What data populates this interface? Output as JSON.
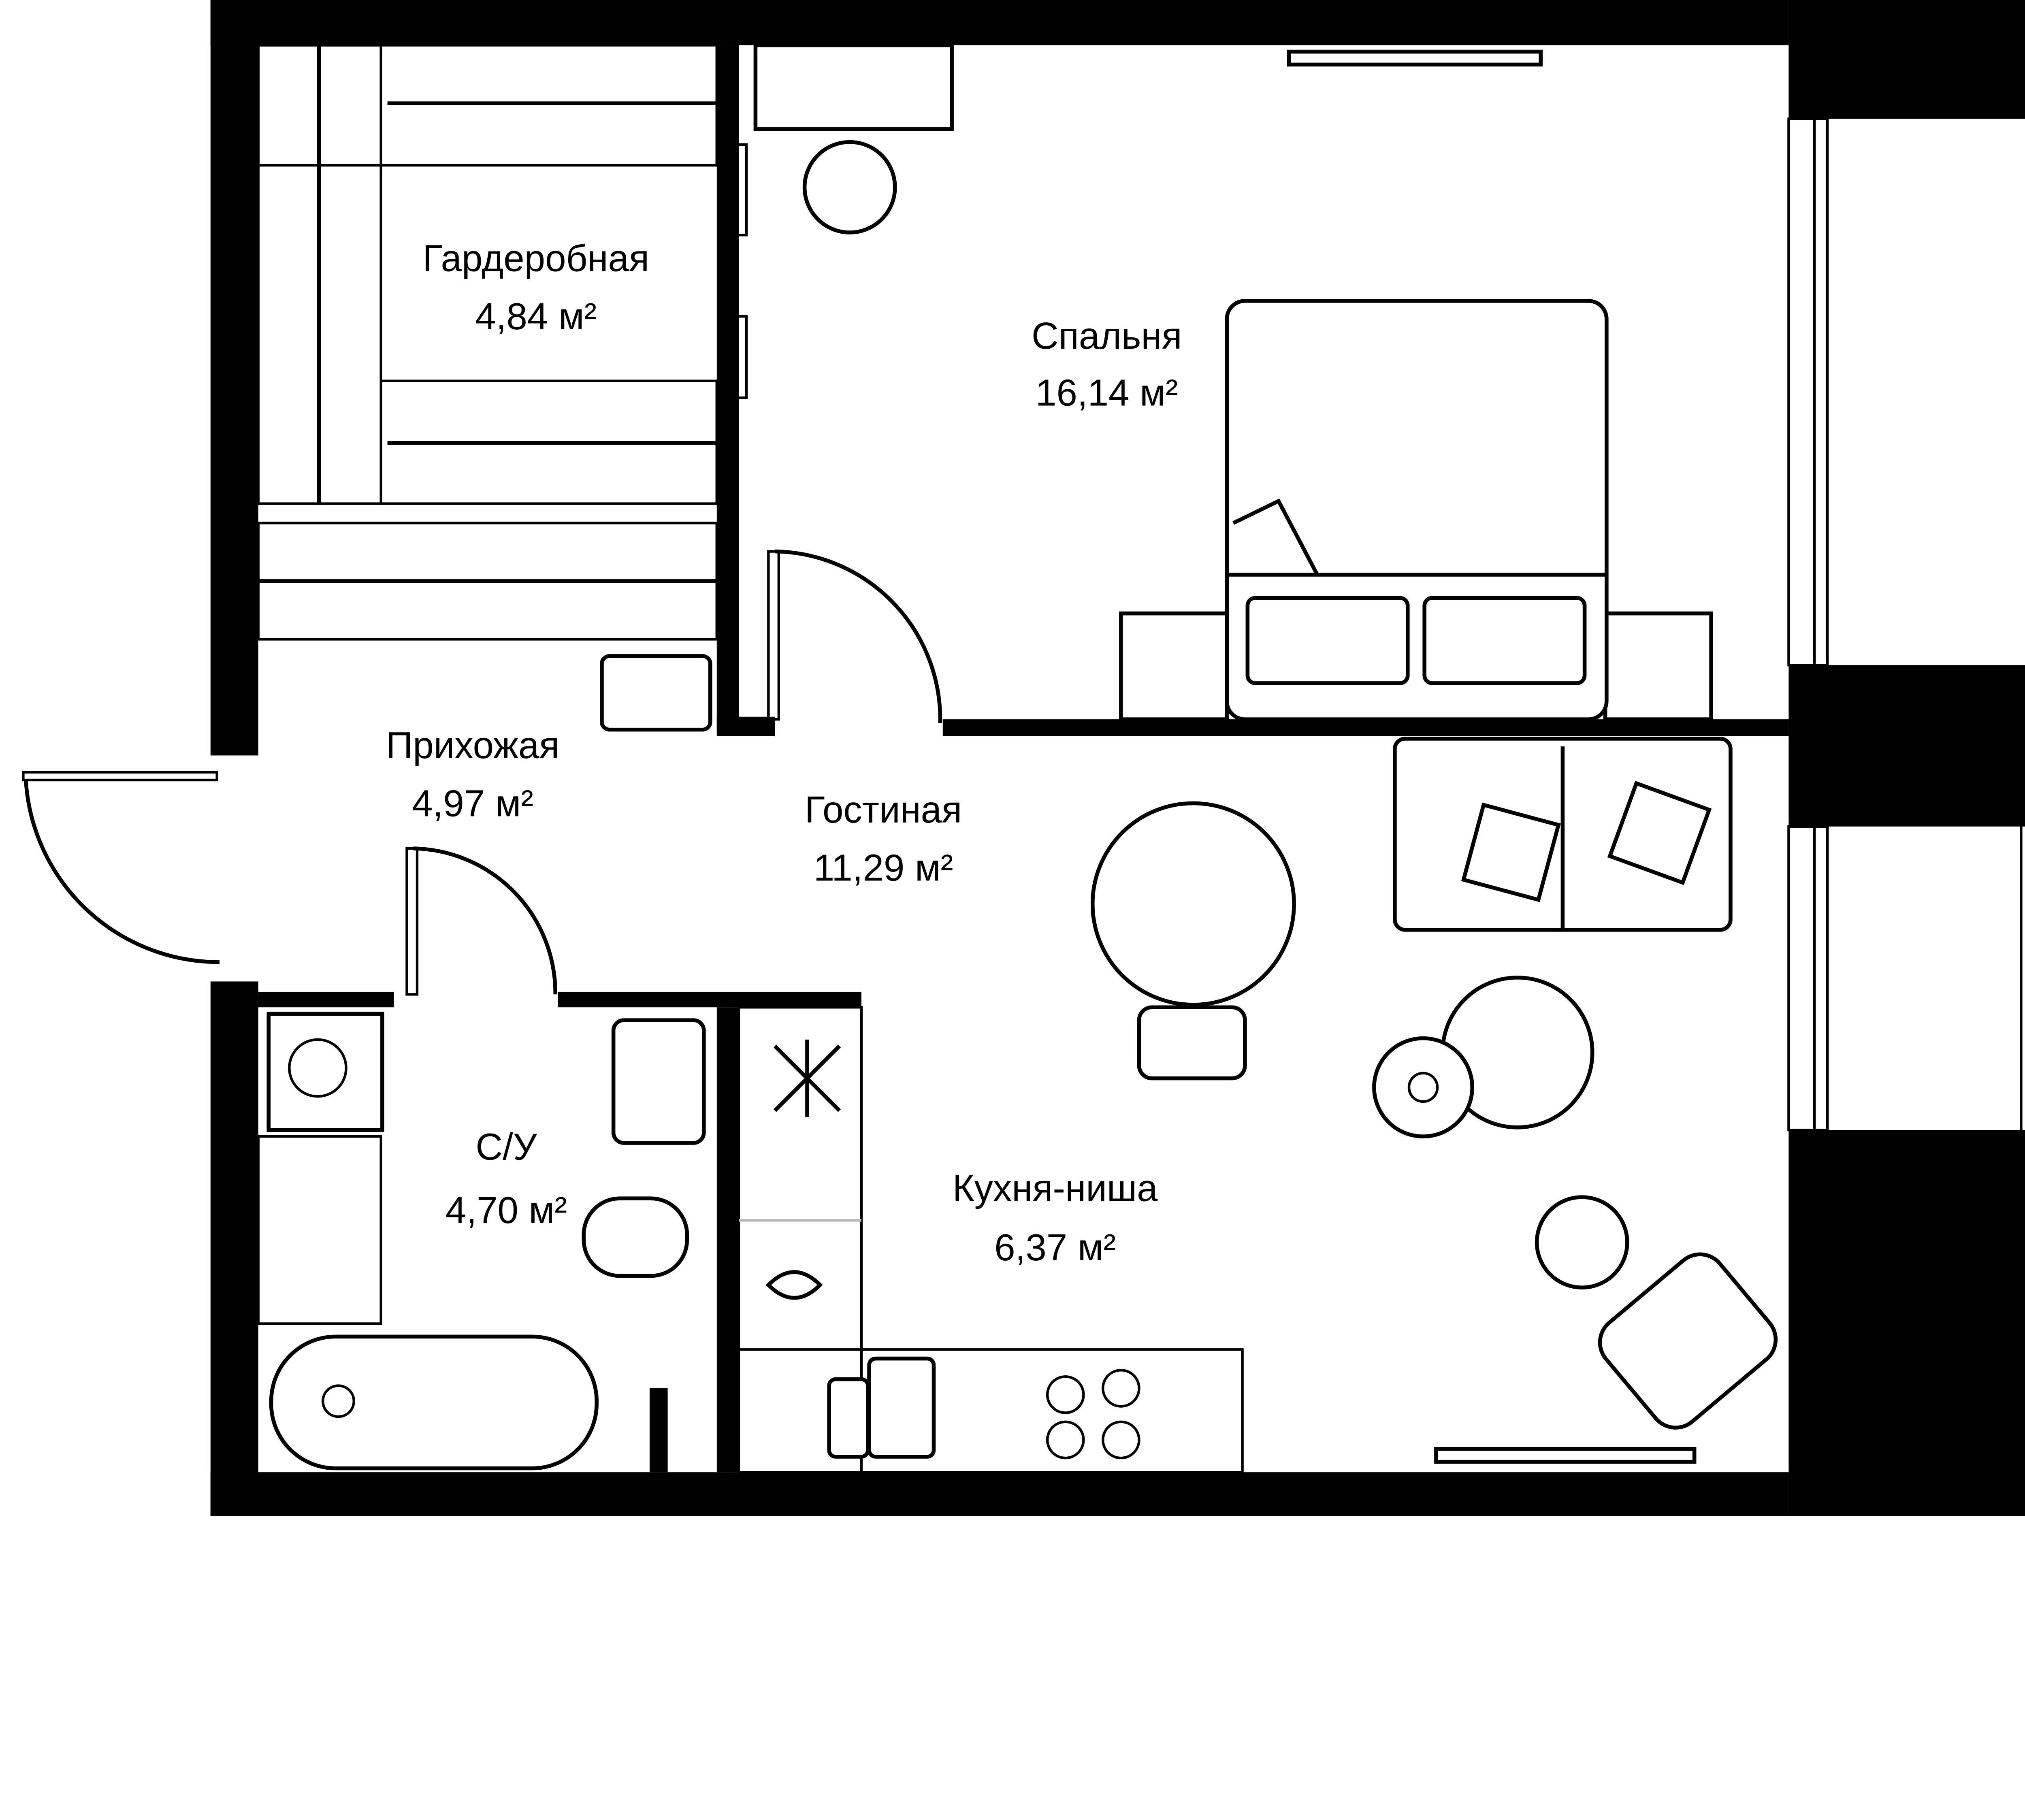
{
  "rooms": [
    {
      "name": "Гардеробная",
      "area": "4,84 м²"
    },
    {
      "name": "Спальня",
      "area": "16,14 м²"
    },
    {
      "name": "Прихожая",
      "area": "4,97 м²"
    },
    {
      "name": "Гостиная",
      "area": "11,29 м²"
    },
    {
      "name": "С/У",
      "area": "4,70 м²"
    },
    {
      "name": "Кухня-ниша",
      "area": "6,37 м²"
    }
  ],
  "colors": {
    "wall": "#000000",
    "background": "#ffffff"
  }
}
